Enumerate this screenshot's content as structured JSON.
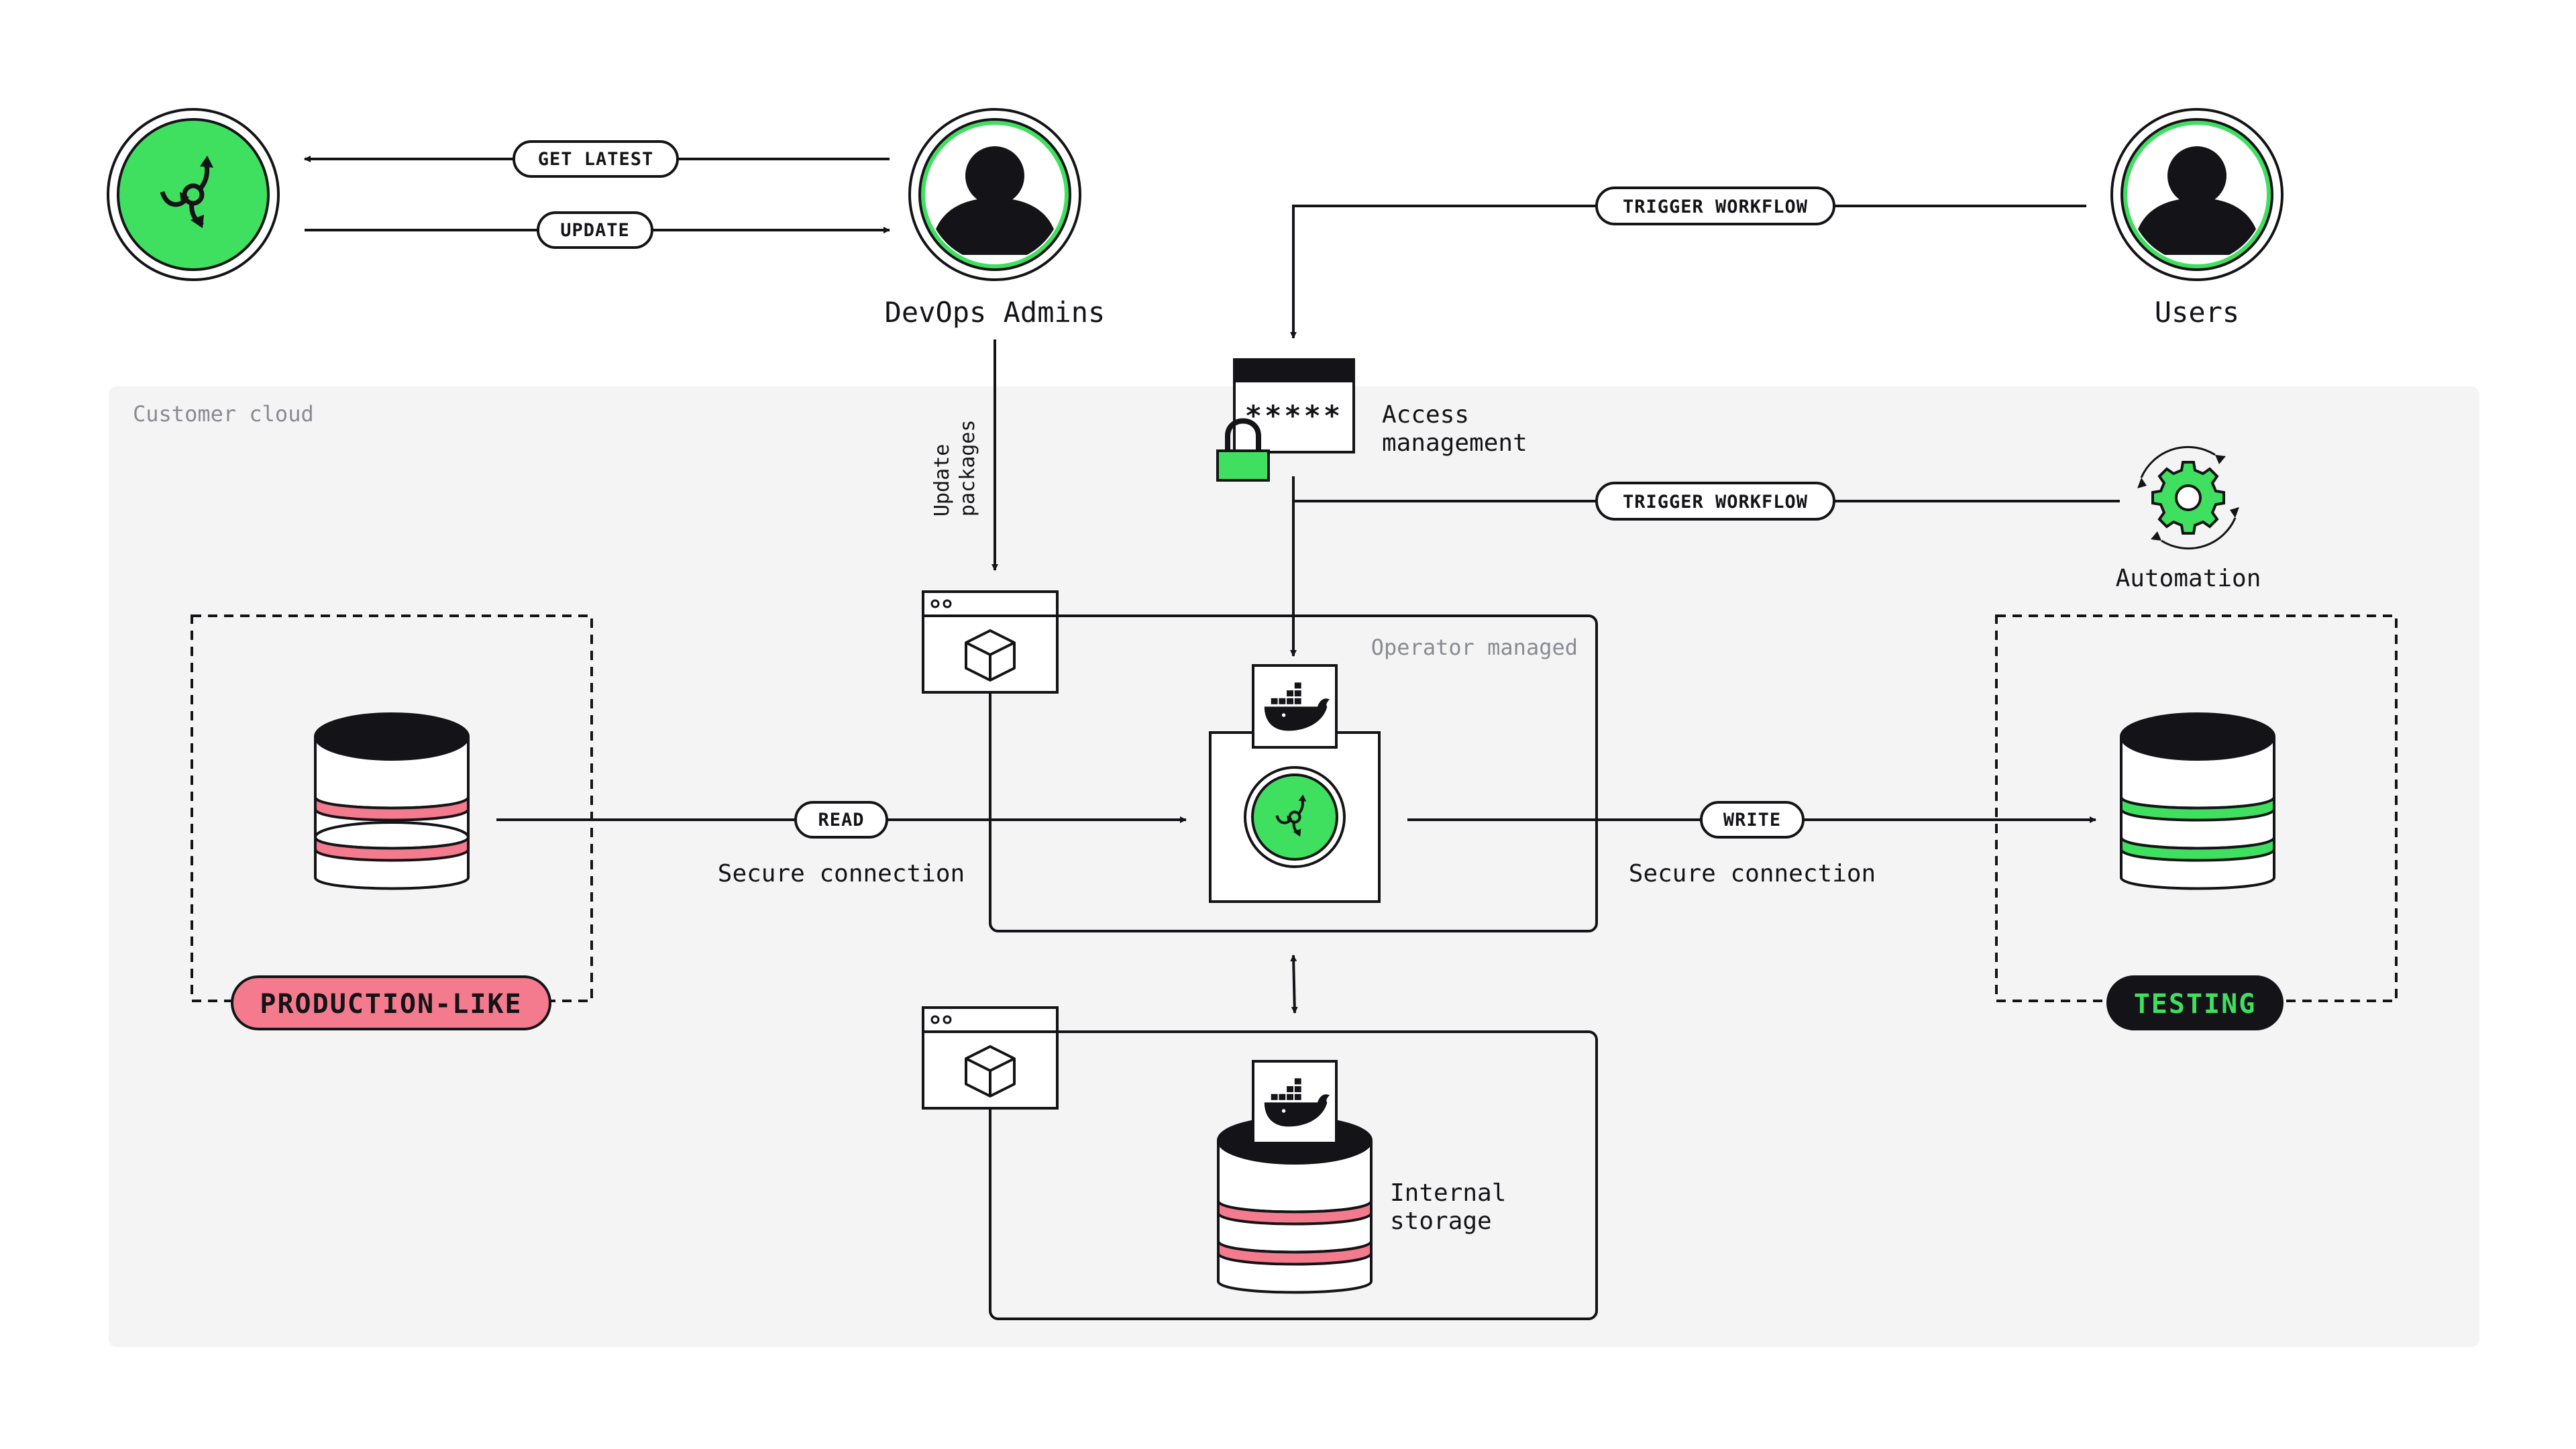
{
  "actors": {
    "devops": "DevOps Admins",
    "users": "Users",
    "automation": "Automation"
  },
  "regions": {
    "customer_cloud": "Customer cloud",
    "operator_managed": "Operator managed"
  },
  "flows": {
    "get_latest": "GET LATEST",
    "update": "UPDATE",
    "trigger_workflow_users": "TRIGGER WORKFLOW",
    "trigger_workflow_automation": "TRIGGER WORKFLOW",
    "read": "READ",
    "write": "WRITE",
    "update_packages_line1": "Update",
    "update_packages_line2": "packages"
  },
  "access": {
    "password_mask": "*****",
    "label_line1": "Access",
    "label_line2": "management"
  },
  "connections": {
    "left": "Secure connection",
    "right": "Secure connection"
  },
  "environments": {
    "production": "PRODUCTION-LIKE",
    "testing": "TESTING"
  },
  "storage": {
    "line1": "Internal",
    "line2": "storage"
  },
  "colors": {
    "ink": "#141418",
    "green": "#3fe05f",
    "pink": "#f47b8e",
    "panel": "#f3f4f3",
    "muted": "#8a8a92"
  }
}
